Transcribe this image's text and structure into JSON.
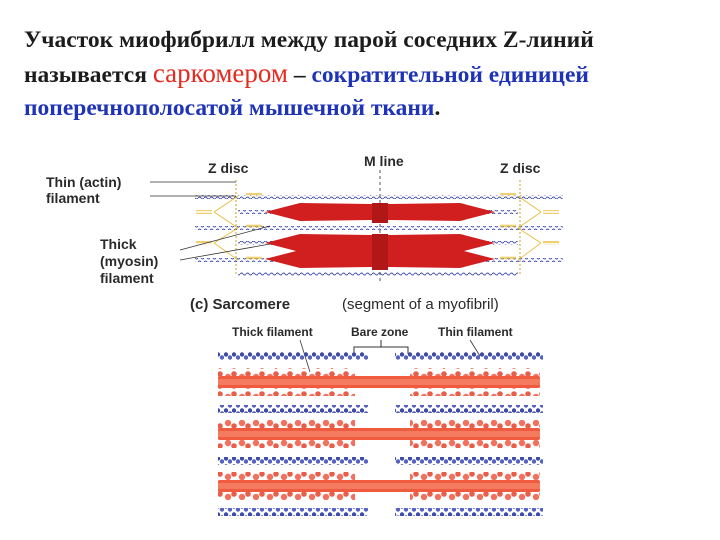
{
  "heading": {
    "part1": "Участок миофибрилл между парой соседних Z-линий называется ",
    "term": "саркомером",
    "dash": " – ",
    "definition": "сократительной единицей поперечнополосатой мышечной ткани",
    "period": "."
  },
  "diagram": {
    "m_line": "M line",
    "z_disc_left": "Z disc",
    "z_disc_right": "Z disc",
    "thin_label_1": "Thin (actin)",
    "thin_label_2": "filament",
    "thick_label_1": "Thick",
    "thick_label_2": "(myosin)",
    "thick_label_3": "filament",
    "caption_prefix": "(c) Sarcomere",
    "caption_suffix": "(segment of a myofibril)",
    "thick_filament": "Thick filament",
    "bare_zone": "Bare zone",
    "thin_filament": "Thin filament"
  },
  "colors": {
    "myosin": "#d11f1f",
    "myosin_light": "#f06a55",
    "actin": "#3d4aa6",
    "z_disc": "#e8b930",
    "term": "#e52b20",
    "definition": "#1e33b8"
  }
}
